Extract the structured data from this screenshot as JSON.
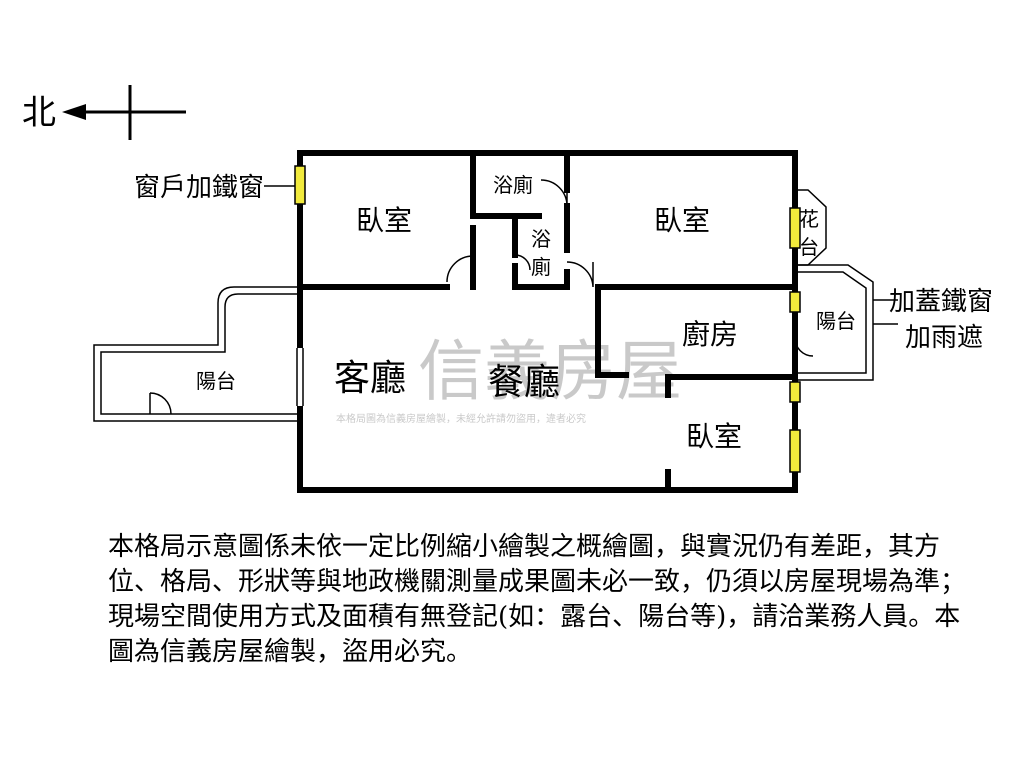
{
  "compass": {
    "north": "北"
  },
  "labels": {
    "window_note": "窗戶加鐵窗",
    "bedroom_1": "臥室",
    "bath_1": "浴廁",
    "bath_2_a": "浴",
    "bath_2_b": "廁",
    "bedroom_2": "臥室",
    "flower_bed_a": "花",
    "flower_bed_b": "台",
    "balcony_right": "陽台",
    "right_note_1": "加蓋鐵窗",
    "right_note_2": "加雨遮",
    "kitchen": "廚房",
    "living_room": "客廳",
    "dining_room": "餐廳",
    "balcony_left": "陽台",
    "bedroom_3": "臥室"
  },
  "watermark": {
    "brand": "信義房屋",
    "notice": "本格局圖為信義房屋繪製，未經允許請勿盜用，違者必究"
  },
  "disclaimer": "本格局示意圖係未依一定比例縮小繪製之概繪圖，與實況仍有差距，其方位、格局、形狀等與地政機關測量成果圖未必一致，仍須以房屋現場為準；現場空間使用方式及面積有無登記(如：露台、陽台等)，請洽業務人員。本圖為信義房屋繪製，盜用必究。",
  "colors": {
    "window": "#f1ea3c",
    "wall": "#000000",
    "watermark": "#c9c9c9"
  }
}
